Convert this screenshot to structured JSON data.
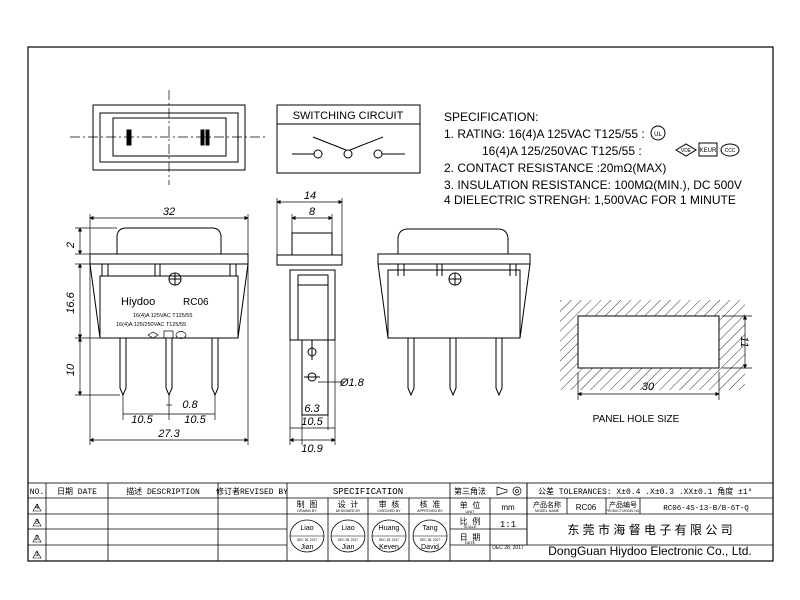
{
  "specification": {
    "heading": "SPECIFICATION:",
    "line1": "1. RATING: 16(4)A 125VAC T125/55 :",
    "line1b": "16(4)A 125/250VAC T125/55 :",
    "line2": "2. CONTACT RESISTANCE :20mΩ(MAX)",
    "line3": "3. INSULATION RESISTANCE: 100MΩ(MIN.), DC 500V",
    "line4": "4 DIELECTRIC STRENGH: 1,500VAC FOR 1 MINUTE",
    "cert_ul": "UL",
    "cert_vde": "VDE",
    "cert_keur": "KEUR",
    "cert_ccc": "CCC"
  },
  "switching_circuit": {
    "title": "SWITCHING CIRCUIT"
  },
  "dims_front": {
    "width": "32",
    "top": "2",
    "body": "16.6",
    "pins": "10",
    "pin_w": "0.8",
    "pitch_l": "10.5",
    "pitch_r": "10.5",
    "total": "27.3"
  },
  "dims_side": {
    "top": "14",
    "cap": "8",
    "dia": "Ø1.8",
    "w1": "6.3",
    "w2": "10.5",
    "w3": "10.9"
  },
  "label": {
    "brand": "Hiydoo",
    "model": "RC06",
    "rating1": "16(4)A 125VAC T125/55",
    "rating2": "16(4)A 125/250VAC T125/55"
  },
  "panel": {
    "title": "PANEL HOLE SIZE",
    "width": "30",
    "height": "11"
  },
  "title_block": {
    "col_no": "NO.",
    "col_date": "日期 DATE",
    "col_desc": "描述 DESCRIPTION",
    "col_rev": "修订者REVISED BY",
    "spec": "SPECIFICATION",
    "angle": "第三角法",
    "tolerance": "公差 TOLERANCES: X±0.4 .X±0.3 .XX±0.1 角度 ±1°",
    "rows": [
      "4",
      "3",
      "2",
      "1"
    ],
    "drawn_cn": "制 图",
    "drawn_en": "DRAWN BY",
    "design_cn": "设 计",
    "design_en": "DESIGNED BY",
    "check_cn": "审 核",
    "check_en": "CHECKED BY",
    "appr_cn": "核 准",
    "appr_en": "APPROVED BY",
    "unit_cn": "单 位",
    "unit_en": "UNIT",
    "unit": "mm",
    "pname_cn": "产品名称",
    "pname_en": "MODEL NAME",
    "pname": "RC06",
    "pno_cn": "产品编号",
    "pno_en": "PRODUCT MODEL NO.",
    "pno": "RC06-4S-13-B/B-6T-Q",
    "scale_cn": "比 例",
    "scale_en": "SCALE",
    "scale": "1:1",
    "date_cn": "日 期",
    "date_en": "DATE",
    "date": "DEC 28, 2017",
    "stamp_date": "DEC 28, 2017",
    "s1a": "Liao",
    "s1b": "Jian",
    "s2a": "Liao",
    "s2b": "Jian",
    "s3a": "Huang",
    "s3b": "Keven",
    "s4a": "Tang",
    "s4b": "David",
    "company_cn": "东 莞 市 海 督 电 子 有 限 公 司",
    "company_en": "DongGuan Hiydoo Electronic Co., Ltd."
  }
}
